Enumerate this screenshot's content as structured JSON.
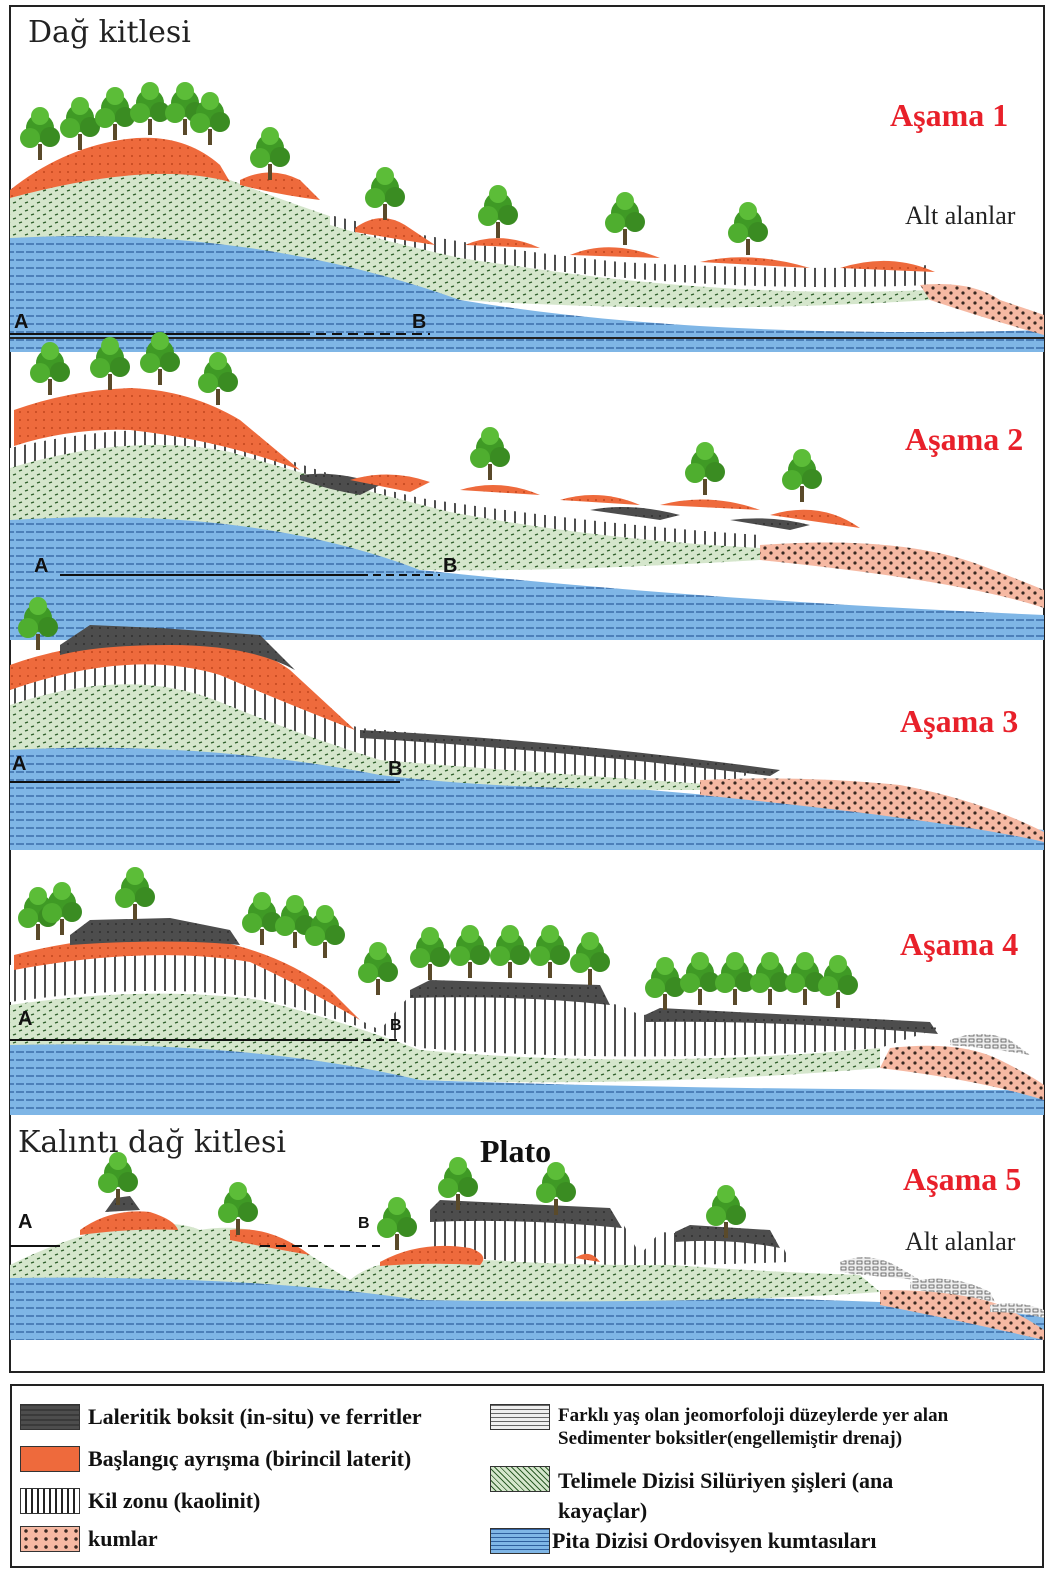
{
  "diagram": {
    "title_top": "Dağ kitlesi",
    "title_remnant": "Kalıntı dağ kitlesi",
    "plato_label": "Plato",
    "point_a": "A",
    "point_b": "B",
    "stages": [
      {
        "label": "Aşama 1",
        "side_label": "Alt alanlar"
      },
      {
        "label": "Aşama 2",
        "side_label": ""
      },
      {
        "label": "Aşama 3",
        "side_label": ""
      },
      {
        "label": "Aşama 4",
        "side_label": ""
      },
      {
        "label": "Aşama 5",
        "side_label": "Alt alanlar"
      }
    ]
  },
  "legend": {
    "items": [
      {
        "label": "Laleritik boksit (in-situ) ve ferritler",
        "swatch": "bauxite"
      },
      {
        "label": "Başlangıç ayrışma (birincil laterit)",
        "swatch": "laterite"
      },
      {
        "label": "Kil zonu (kaolinit)",
        "swatch": "clay"
      },
      {
        "label": "kumlar",
        "swatch": "sand"
      },
      {
        "label": "Farklı yaş olan jeomorfoloji düzeylerde yer alan Sedimenter boksitler(engellemiştir drenaj)",
        "swatch": "sedimentary"
      },
      {
        "label": "Telimele Dizisi Silüriyen şişleri (ana kayaçlar)",
        "swatch": "shale"
      },
      {
        "label": "Pita Dizisi Ordovisyen kumtasıları",
        "swatch": "sandstone"
      }
    ]
  },
  "colors": {
    "bauxite": "#4d4d4d",
    "laterite": "#ee6a3c",
    "clay": "#ffffff",
    "sand": "#f6b9a3",
    "sedimentary": "#e6e6e6",
    "shale": "#d5e6cc",
    "sandstone": "#7fb6e6",
    "tree": "#3f9a25",
    "stage_text": "#e8202a"
  }
}
